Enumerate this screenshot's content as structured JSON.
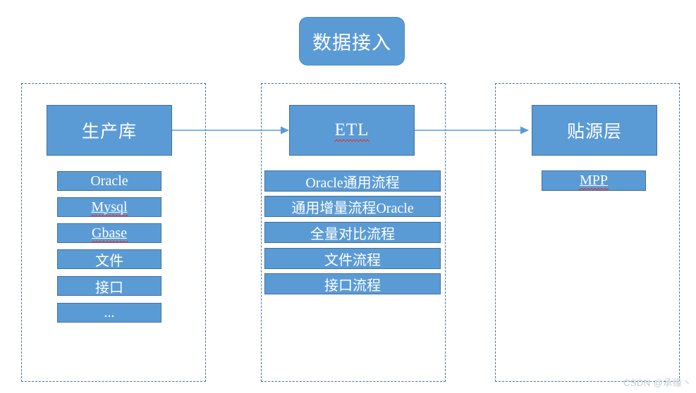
{
  "diagram": {
    "title": "数据接入",
    "watermark": "CSDN @承缘丶",
    "accent_color": "#5B9BD5",
    "border_color": "#41719C",
    "text_color": "#FFFFFF",
    "spellcheck_color": "#E03030"
  },
  "columns": [
    {
      "id": "source",
      "header": "生产库",
      "items": [
        {
          "label": "Oracle",
          "spellcheck": false,
          "underline": false
        },
        {
          "label": "Mysql",
          "spellcheck": true,
          "underline": true
        },
        {
          "label": "Gbase",
          "spellcheck": true,
          "underline": true
        },
        {
          "label": "文件",
          "spellcheck": false,
          "underline": false
        },
        {
          "label": "接口",
          "spellcheck": false,
          "underline": false
        },
        {
          "label": "...",
          "spellcheck": false,
          "underline": false
        }
      ]
    },
    {
      "id": "etl",
      "header": "ETL",
      "header_spellcheck": true,
      "items": [
        {
          "label": "Oracle通用流程",
          "spellcheck": false,
          "underline": false
        },
        {
          "label": "通用增量流程Oracle",
          "spellcheck": false,
          "underline": false
        },
        {
          "label": "全量对比流程",
          "spellcheck": false,
          "underline": false
        },
        {
          "label": "文件流程",
          "spellcheck": false,
          "underline": false
        },
        {
          "label": "接口流程",
          "spellcheck": false,
          "underline": false
        }
      ]
    },
    {
      "id": "target",
      "header": "贴源层",
      "items": [
        {
          "label": "MPP",
          "spellcheck": true,
          "underline": true
        }
      ]
    }
  ],
  "arrows": [
    {
      "from": "生产库",
      "to": "ETL"
    },
    {
      "from": "ETL",
      "to": "贴源层"
    }
  ]
}
